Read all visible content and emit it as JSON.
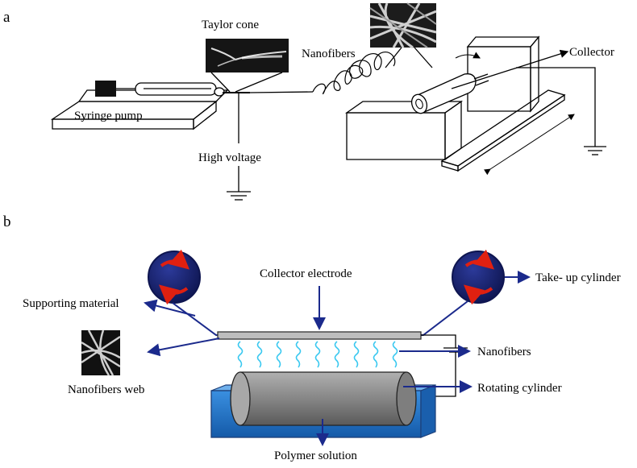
{
  "panel_a": {
    "letter": "a",
    "labels": {
      "taylor_cone": "Taylor cone",
      "nanofibers": "Nanofibers",
      "collector": "Collector",
      "syringe_pump": "Syringe pump",
      "high_voltage": "High voltage"
    }
  },
  "panel_b": {
    "letter": "b",
    "labels": {
      "collector_electrode": "Collector electrode",
      "take_up_cylinder": "Take- up cylinder",
      "supporting_material": "Supporting material",
      "nanofibers": "Nanofibers",
      "nanofibers_web": "Nanofibers web",
      "rotating_cylinder": "Rotating cylinder",
      "polymer_solution": "Polymer solution"
    }
  },
  "colors": {
    "arrow_blue": "#1b2a8c",
    "roller_navy": "#1a2470",
    "rotation_red": "#e02010",
    "solution_blue": "#1f73c8",
    "fiber_cyan": "#38c8f0",
    "cylinder_gray": "#8a8a8a"
  }
}
